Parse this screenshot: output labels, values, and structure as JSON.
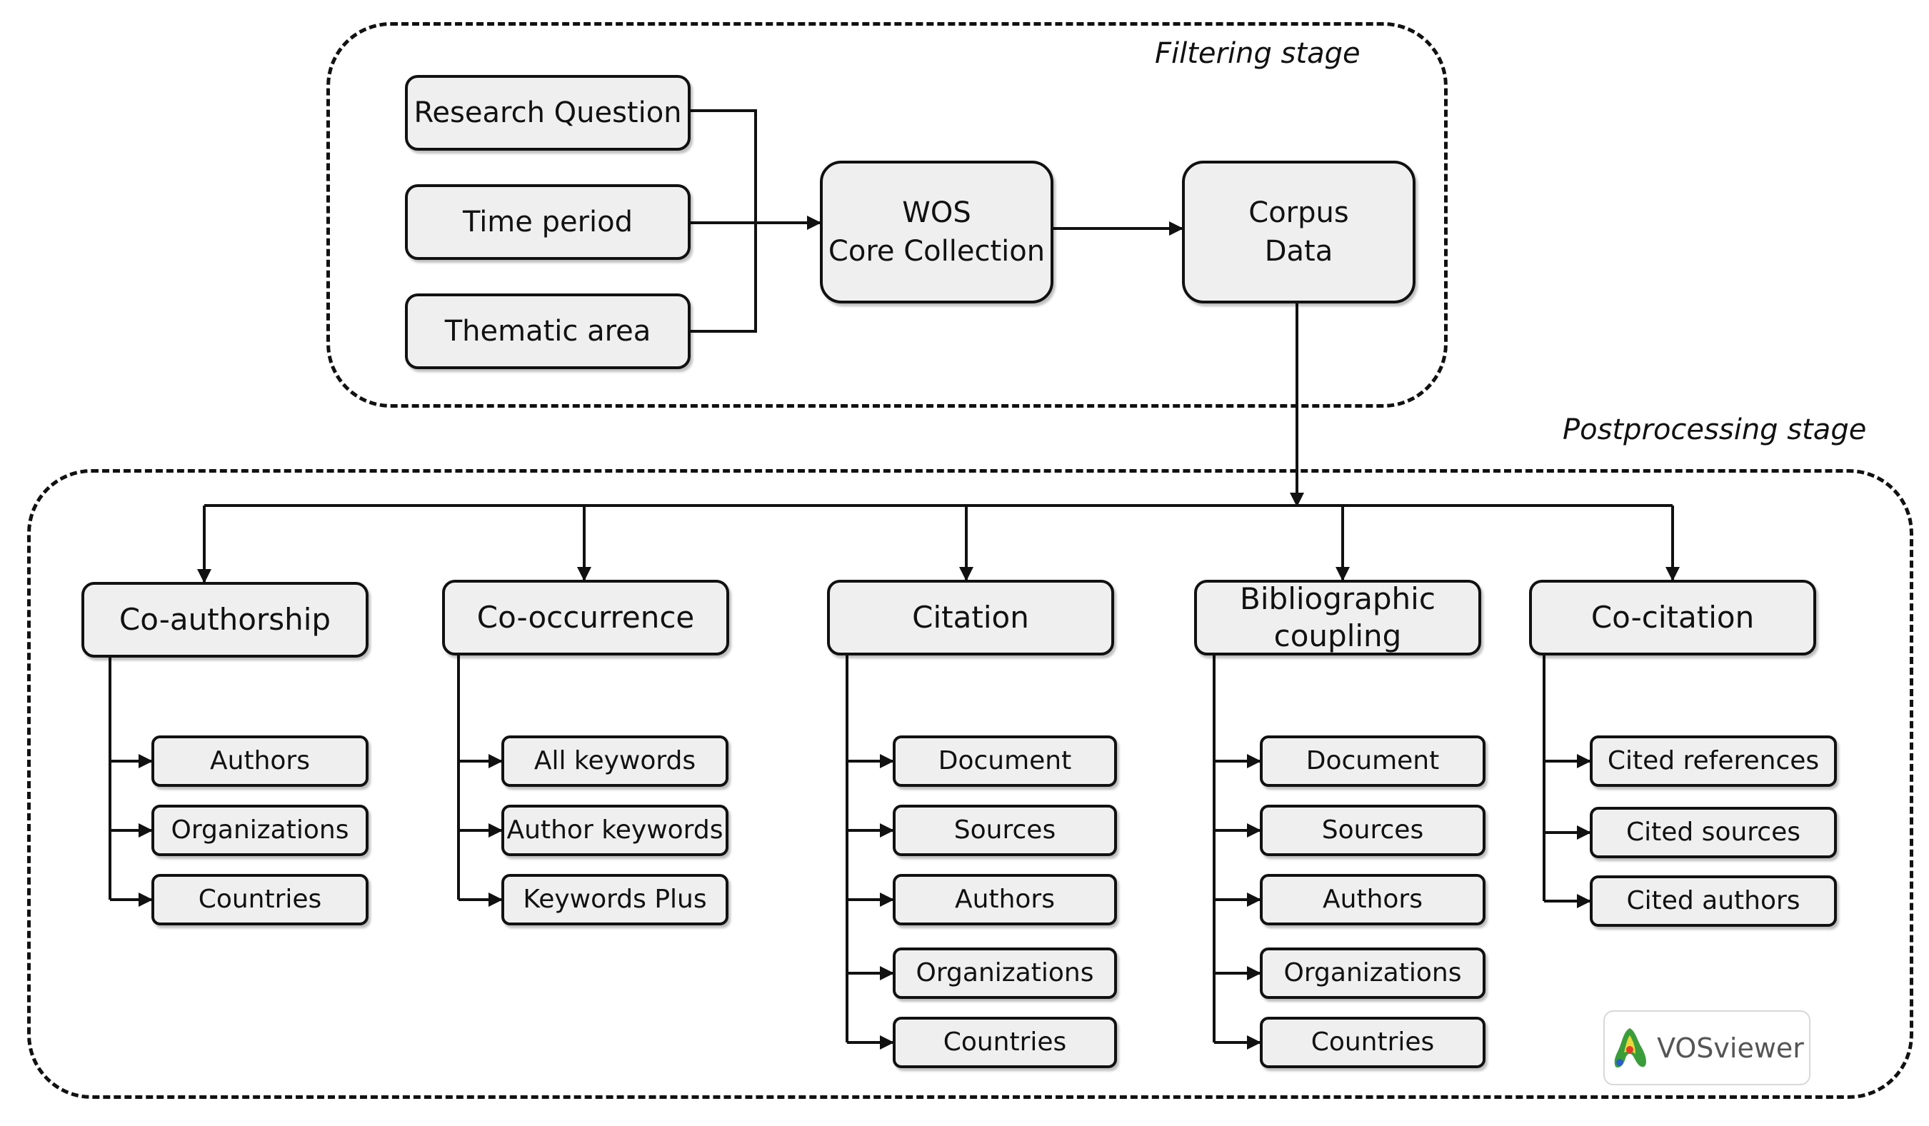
{
  "stages": {
    "filtering": "Filtering stage",
    "postprocessing": "Postprocessing stage"
  },
  "inputs": [
    {
      "label": "Research Question"
    },
    {
      "label": "Time period"
    },
    {
      "label": "Thematic area"
    }
  ],
  "wos": "WOS\nCore Collection",
  "corpus": "Corpus\nData",
  "analyses": [
    {
      "label": "Co-authorship",
      "items": [
        "Authors",
        "Organizations",
        "Countries"
      ]
    },
    {
      "label": "Co-occurrence",
      "items": [
        "All keywords",
        "Author keywords",
        "Keywords Plus"
      ]
    },
    {
      "label": "Citation",
      "items": [
        "Document",
        "Sources",
        "Authors",
        "Organizations",
        "Countries"
      ]
    },
    {
      "label": "Bibliographic\ncoupling",
      "items": [
        "Document",
        "Sources",
        "Authors",
        "Organizations",
        "Countries"
      ]
    },
    {
      "label": "Co-citation",
      "items": [
        "Cited references",
        "Cited sources",
        "Cited authors"
      ]
    }
  ],
  "logo": {
    "text": "VOSviewer",
    "icon": "vosviewer-logo-icon"
  }
}
